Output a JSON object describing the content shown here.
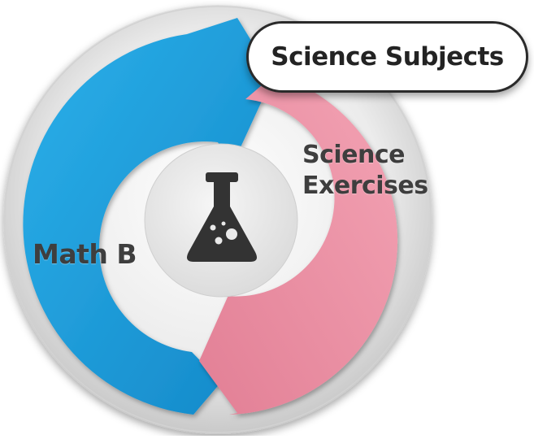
{
  "diagram": {
    "title_badge": "Science Subjects",
    "segments": [
      {
        "label": "Math B",
        "color": "#1d9fdb"
      },
      {
        "lines": [
          "Science",
          "Exercises"
        ],
        "color": "#ee8ea2"
      }
    ],
    "center_icon": "flask-icon",
    "colors": {
      "ring": "#e4e4e4",
      "center": "#eaeaea",
      "icon": "#333333"
    }
  }
}
